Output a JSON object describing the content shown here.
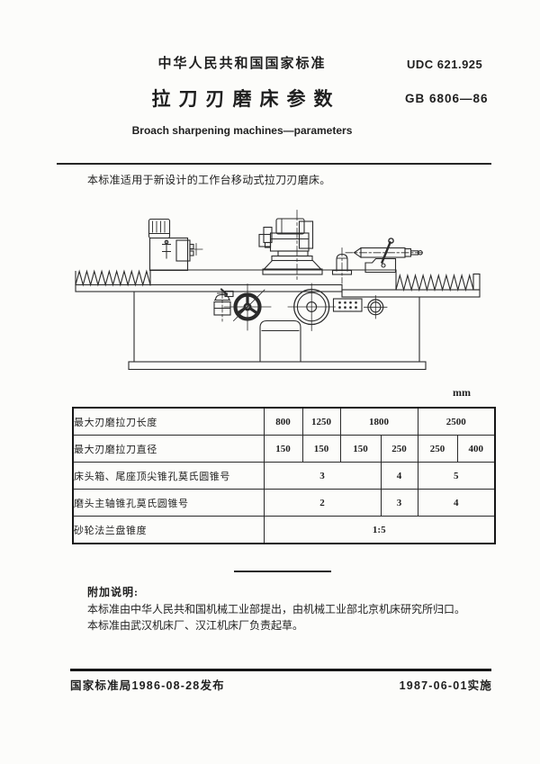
{
  "colors": {
    "paper": "#fcfcfa",
    "ink": "#1f1f1f"
  },
  "header": {
    "org": "中华人民共和国国家标准",
    "udc": "UDC 621.925",
    "title": "拉刀刃磨床参数",
    "code": "GB 6806—86",
    "title_en": "Broach sharpening machines—parameters"
  },
  "scope": "本标准适用于新设计的工作台移动式拉刀刃磨床。",
  "table": {
    "unit": "mm",
    "rows": [
      {
        "label": "最大刃磨拉刀长度",
        "cells": [
          {
            "v": "800"
          },
          {
            "v": "1250"
          },
          {
            "v": "1800"
          },
          {
            "v": "2500"
          }
        ]
      },
      {
        "label": "最大刃磨拉刀直径",
        "cells": [
          {
            "v": "150"
          },
          {
            "v": "150"
          },
          {
            "v": "150"
          },
          {
            "v": "250"
          },
          {
            "v": "250"
          },
          {
            "v": "400"
          }
        ]
      },
      {
        "label": "床头箱、尾座顶尖锥孔莫氏圆锥号",
        "cells": [
          {
            "v": "3"
          },
          {
            "v": "4"
          },
          {
            "v": "5"
          }
        ]
      },
      {
        "label": "磨头主轴锥孔莫氏圆锥号",
        "cells": [
          {
            "v": "2"
          },
          {
            "v": "3"
          },
          {
            "v": "4"
          }
        ]
      },
      {
        "label": "砂轮法兰盘锥度",
        "cells": [
          {
            "v": "1:5"
          }
        ]
      }
    ]
  },
  "notes": {
    "heading": "附加说明:",
    "lines": [
      "本标准由中华人民共和国机械工业部提出，由机械工业部北京机床研究所归口。",
      "本标准由武汉机床厂、汉江机床厂负责起草。"
    ]
  },
  "footer": {
    "issued": "国家标准局1986-08-28发布",
    "effective": "1987-06-01实施"
  }
}
